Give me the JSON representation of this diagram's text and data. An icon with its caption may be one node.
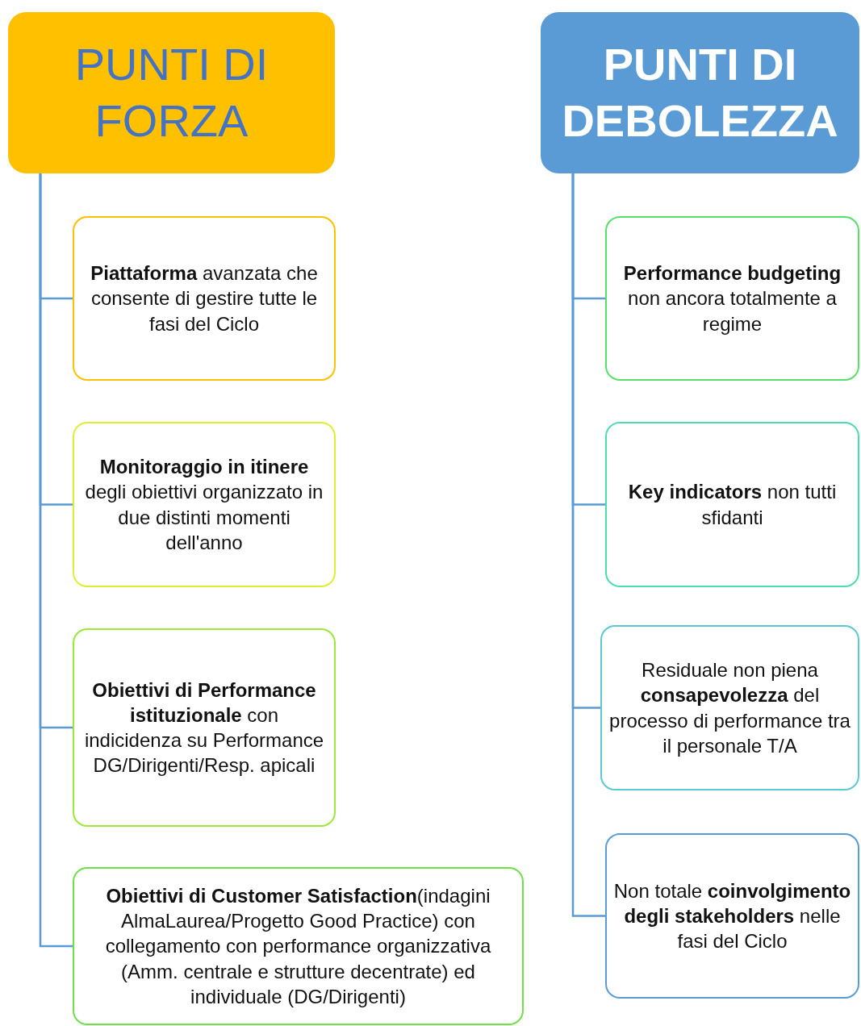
{
  "diagram": {
    "nodes": [
      {
        "text": [
          "PUNTI DI FORZA"
        ]
      },
      {
        "text": [
          "**Piattaforma** avanzata che consente di gestire tutte le fasi del Ciclo"
        ]
      },
      {
        "text": [
          "**Monitoraggio in itinere** degli obiettivi organizzato in due distinti momenti dell'anno"
        ]
      },
      {
        "text": [
          "**Obiettivi di Performance istituzionale** con indicidenza su Performance DG/Dirigenti/Resp. apicali"
        ]
      },
      {
        "text": [
          "**Obiettivi di Customer Satisfaction**(indagini AlmaLaurea/Progetto Good Practice) con collegamento con performance organizzativa (Amm. centrale e strutture decentrate) ed individuale (DG/Dirigenti)"
        ]
      },
      {
        "text": [
          "PUNTI DI DEBOLEZZA"
        ]
      },
      {
        "text": [
          "**Performance budgeting** non ancora totalmente a regime"
        ]
      },
      {
        "text": [
          "**Key indicators**  non tutti sfidanti"
        ]
      },
      {
        "text": [
          "Residuale non piena **consapevolezza** del processo di performance tra il personale T/A"
        ]
      },
      {
        "text": [
          "Non totale **coinvolgimento degli stakeholders** nelle fasi del Ciclo"
        ]
      }
    ],
    "edges": [
      {
        "from": 0,
        "to": 1,
        "arrow": "none"
      },
      {
        "from": 0,
        "to": 2,
        "arrow": "none"
      },
      {
        "from": 0,
        "to": 3,
        "arrow": "none"
      },
      {
        "from": 0,
        "to": 4,
        "arrow": "none"
      },
      {
        "from": 5,
        "to": 6,
        "arrow": "none"
      },
      {
        "from": 5,
        "to": 7,
        "arrow": "none"
      },
      {
        "from": 5,
        "to": 8,
        "arrow": "none"
      },
      {
        "from": 5,
        "to": 9,
        "arrow": "none"
      }
    ]
  }
}
